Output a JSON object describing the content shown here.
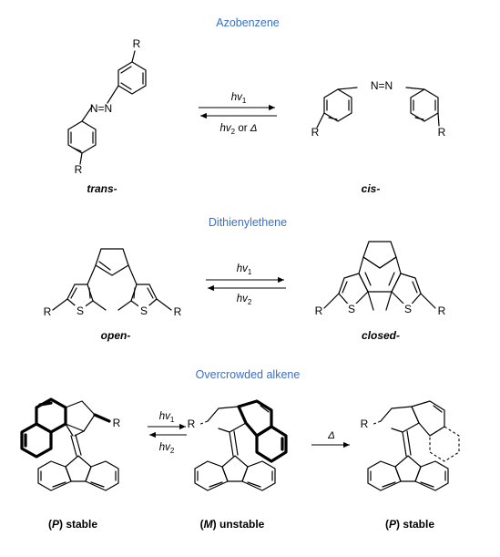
{
  "sections": {
    "azobenzene": {
      "title": "Azobenzene",
      "forward": {
        "hv": "hv",
        "sub": "1"
      },
      "backward": {
        "hv": "hv",
        "sub": "2",
        "rest": " or ",
        "delta": "Δ"
      },
      "left_label": "trans-",
      "right_label": "cis-",
      "atoms": {
        "nn": "N=N",
        "r": "R"
      }
    },
    "dithienylethene": {
      "title": "Dithienylethene",
      "forward": {
        "hv": "hv",
        "sub": "1"
      },
      "backward": {
        "hv": "hv",
        "sub": "2"
      },
      "left_label": "open-",
      "right_label": "closed-",
      "atoms": {
        "s": "S",
        "r": "R"
      }
    },
    "alkene": {
      "title": "Overcrowded alkene",
      "forward": {
        "hv": "hv",
        "sub": "1"
      },
      "backward": {
        "hv": "hv",
        "sub": "2"
      },
      "thermal": "Δ",
      "labels": {
        "left": {
          "open": "(",
          "sym": "P",
          "close": ") stable"
        },
        "middle": {
          "open": "(",
          "sym": "M",
          "close": ") unstable"
        },
        "right": {
          "open": "(",
          "sym": "P",
          "close": ") stable"
        }
      },
      "atoms": {
        "r": "R"
      }
    }
  }
}
